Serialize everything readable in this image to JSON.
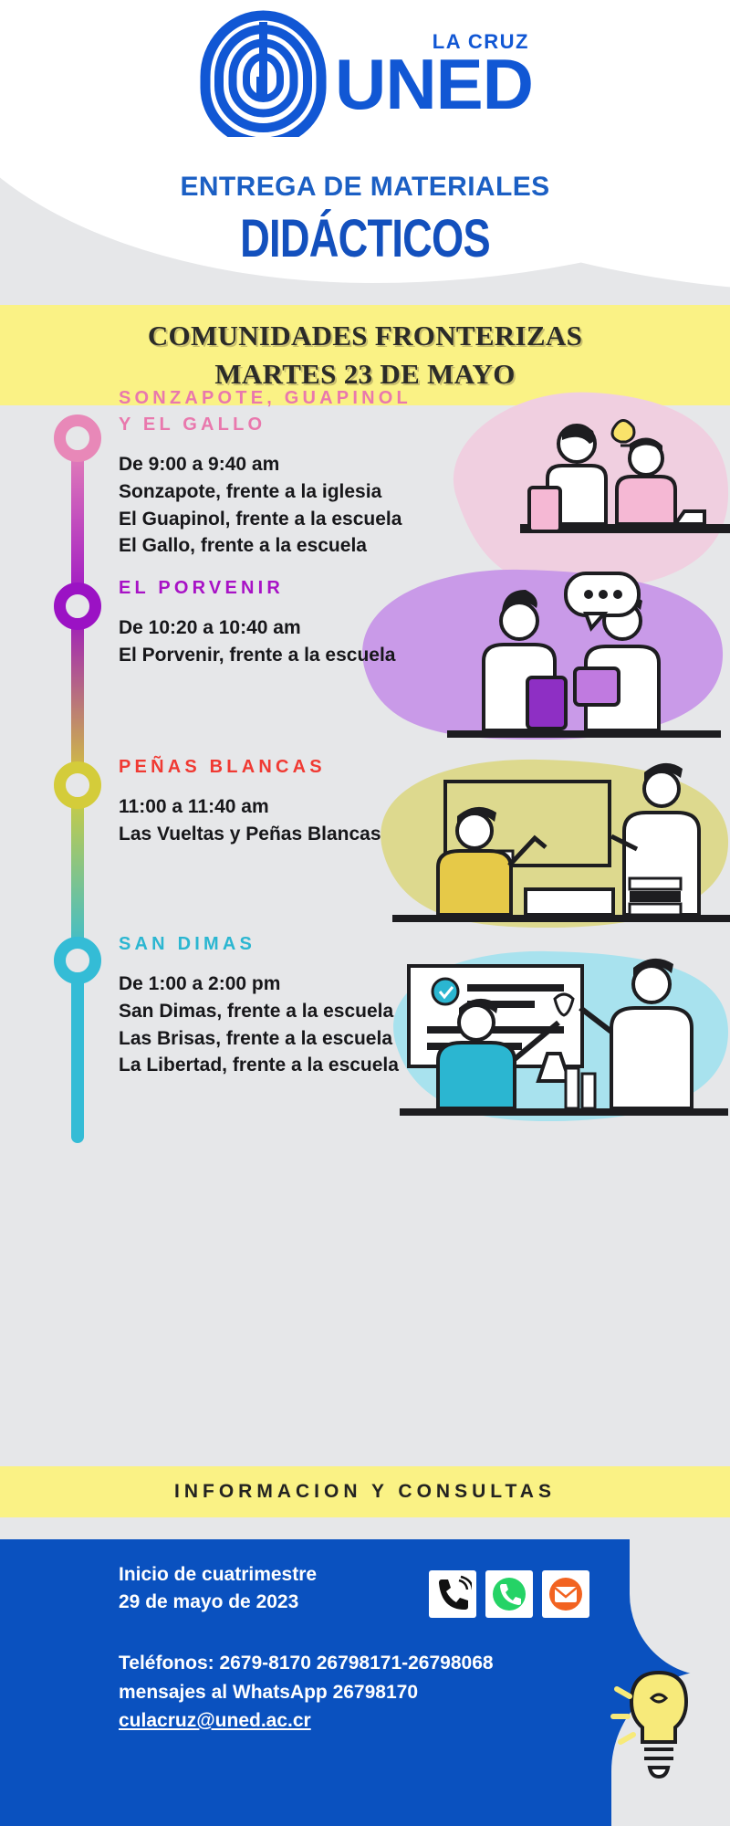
{
  "brand": {
    "logo_sub": "LA CRUZ",
    "logo_main": "UNED",
    "logo_icon": "uned-fingerprint-logo"
  },
  "header": {
    "title_line1": "ENTREGA DE MATERIALES",
    "title_line2": "DIDÁCTICOS",
    "accent_blue": "#1350bd"
  },
  "date_banner": {
    "line1": "COMUNIDADES FRONTERIZAS",
    "line2": "MARTES 23 DE MAYO",
    "background": "#faf285"
  },
  "timeline": {
    "sections": [
      {
        "title": "SONZAPOTE, GUAPINOL\nY EL GALLO",
        "title_line1": "SONZAPOTE, GUAPINOL",
        "title_line2": "Y EL GALLO",
        "color": "#e888b8",
        "title_color": "#e978ad",
        "blob_color": "#f0cfe0",
        "lines": [
          "De 9:00 a 9:40 am",
          "Sonzapote, frente a la iglesia",
          "El Guapinol, frente a la escuela",
          "El Gallo, frente a la escuela"
        ],
        "illustration": "two-people-laptop-idea-illustration"
      },
      {
        "title_line1": "EL PORVENIR",
        "title_line2": "",
        "color": "#9b12c4",
        "title_color": "#a812c6",
        "blob_color": "#c99ae8",
        "lines": [
          "De 10:20 a 10:40 am",
          "El Porvenir, frente a la escuela"
        ],
        "illustration": "two-people-talking-tablet-illustration"
      },
      {
        "title_line1": "PEÑAS BLANCAS",
        "title_line2": "",
        "color": "#d4cc3a",
        "title_color": "#f03a33",
        "blob_color": "#ddd98e",
        "lines": [
          "11:00 a 11:40 am",
          "Las Vueltas y Peñas Blancas"
        ],
        "illustration": "classroom-presentation-illustration"
      },
      {
        "title_line1": "SAN DIMAS",
        "title_line2": "",
        "color": "#34bcd6",
        "title_color": "#2bb6d1",
        "blob_color": "#a8e2ee",
        "lines": [
          "De 1:00 a 2:00 pm",
          "San Dimas, frente a la escuela",
          "Las Brisas, frente a la escuela",
          "La Libertad, frente a la escuela"
        ],
        "illustration": "science-lab-highfive-illustration"
      }
    ]
  },
  "info_banner": {
    "label": "INFORMACION Y CONSULTAS"
  },
  "footer": {
    "start_label": "Inicio de cuatrimestre",
    "start_date": "29 de mayo de 2023",
    "phones": "Teléfonos: 2679-8170 26798171-26798068",
    "whatsapp": "mensajes al WhatsApp 26798170",
    "email": "culacruz@uned.ac.cr",
    "background": "#0a51bf",
    "social": [
      {
        "name": "phone-ringing-icon",
        "glyph": "phone"
      },
      {
        "name": "whatsapp-icon",
        "glyph": "whatsapp"
      },
      {
        "name": "email-icon",
        "glyph": "mail"
      }
    ],
    "decoration": "lightbulb-icon"
  }
}
